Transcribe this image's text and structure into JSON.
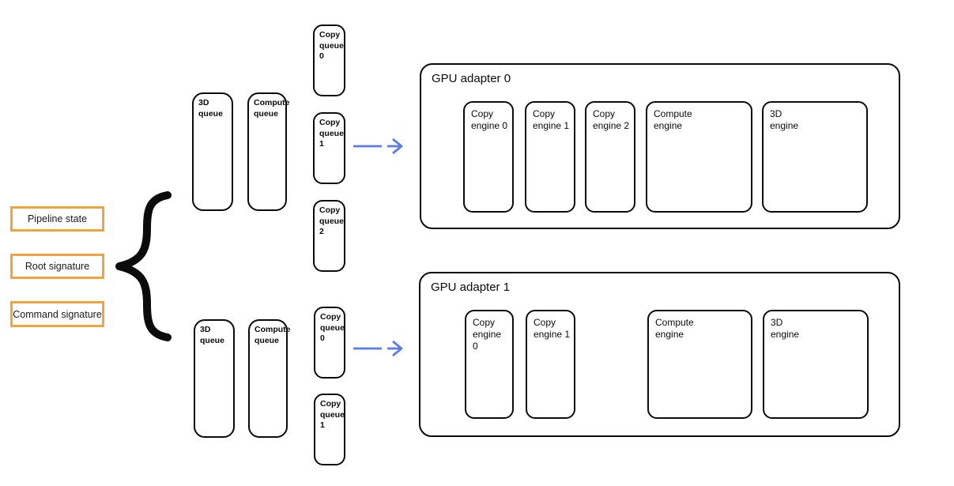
{
  "shared_state": {
    "items": [
      {
        "label": "Pipeline state"
      },
      {
        "label": "Root signature"
      },
      {
        "label": "Command signature"
      }
    ]
  },
  "queue_groups": [
    {
      "queues": [
        {
          "label": "3D queue"
        },
        {
          "label": "Compute queue"
        }
      ],
      "copy_queues": [
        {
          "label": "Copy queue 0"
        },
        {
          "label": "Copy queue 1"
        },
        {
          "label": "Copy queue 2"
        }
      ]
    },
    {
      "queues": [
        {
          "label": "3D queue"
        },
        {
          "label": "Compute queue"
        }
      ],
      "copy_queues": [
        {
          "label": "Copy queue 0"
        },
        {
          "label": "Copy queue 1"
        }
      ]
    }
  ],
  "adapters": [
    {
      "title": "GPU adapter 0",
      "engines": [
        {
          "label": "Copy engine 0"
        },
        {
          "label": "Copy engine 1"
        },
        {
          "label": "Copy engine 2"
        },
        {
          "label": "Compute engine"
        },
        {
          "label": "3D engine"
        }
      ]
    },
    {
      "title": "GPU adapter 1",
      "engines": [
        {
          "label": "Copy engine 0"
        },
        {
          "label": "Copy engine 1"
        },
        {
          "label": "Compute engine"
        },
        {
          "label": "3D engine"
        }
      ]
    }
  ],
  "colors": {
    "accent_orange": "#f2a43c",
    "arrow_blue": "#5b7ce3",
    "line_black": "#0b0b0b",
    "background": "#ffffff"
  }
}
